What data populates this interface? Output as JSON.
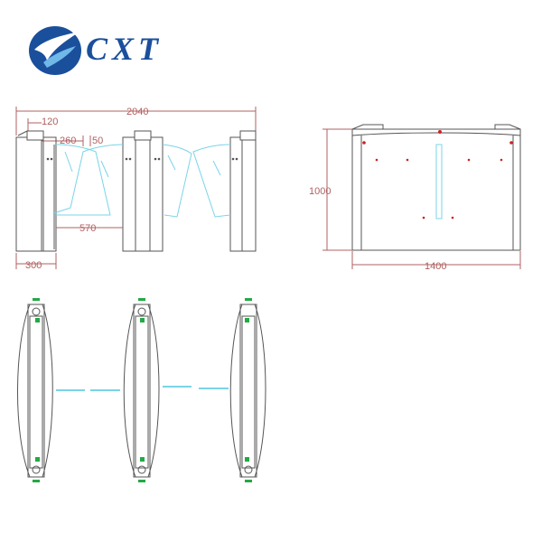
{
  "logo": {
    "text": "CXT",
    "brand_color": "#1a4f9c"
  },
  "front_view": {
    "dims": {
      "total_width": "2040",
      "cabinet_width": "120",
      "offset_a": "260",
      "offset_b": "50",
      "passage_width": "570",
      "base_width": "300"
    }
  },
  "side_view": {
    "dims": {
      "height": "1000",
      "width": "1400"
    }
  },
  "colors": {
    "line": "#555555",
    "dimension": "#b06060",
    "glass": "#7ad4e8",
    "indicator_red": "#cc2222",
    "indicator_green": "#22aa44"
  }
}
